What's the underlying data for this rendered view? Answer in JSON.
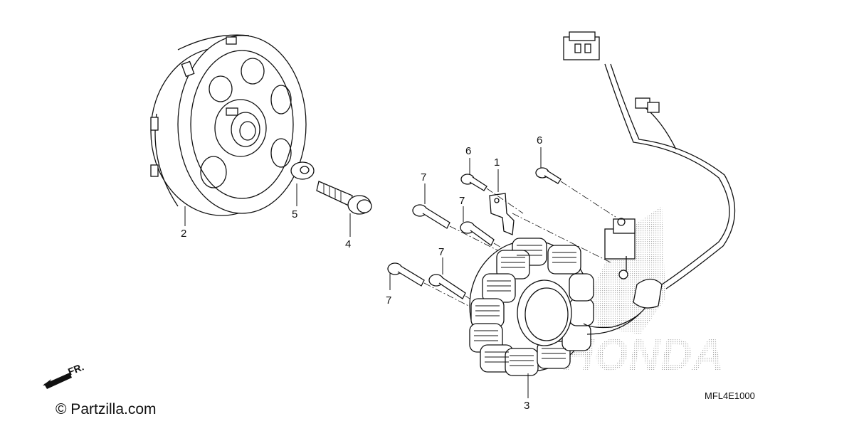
{
  "diagram": {
    "callouts": [
      {
        "id": "c1",
        "label": "1",
        "part": "bracket"
      },
      {
        "id": "c2",
        "label": "2",
        "part": "flywheel"
      },
      {
        "id": "c3",
        "label": "3",
        "part": "stator"
      },
      {
        "id": "c4",
        "label": "4",
        "part": "flange-bolt"
      },
      {
        "id": "c5",
        "label": "5",
        "part": "washer"
      },
      {
        "id": "c6a",
        "label": "6",
        "part": "bolt"
      },
      {
        "id": "c6b",
        "label": "6",
        "part": "bolt"
      },
      {
        "id": "c7a",
        "label": "7",
        "part": "bolt"
      },
      {
        "id": "c7b",
        "label": "7",
        "part": "bolt"
      },
      {
        "id": "c7c",
        "label": "7",
        "part": "bolt"
      },
      {
        "id": "c7d",
        "label": "7",
        "part": "bolt"
      }
    ],
    "diagram_code": "MFL4E1000",
    "front_marker": "FR.",
    "watermark": "HONDA",
    "copyright": "© Partzilla.com"
  }
}
